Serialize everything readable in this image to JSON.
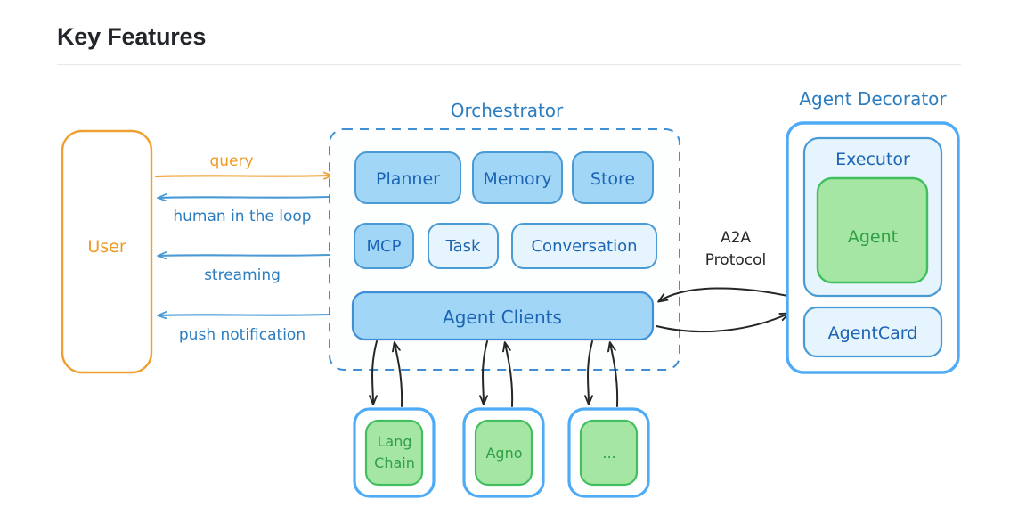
{
  "header": {
    "title": "Key Features"
  },
  "diagram": {
    "type": "architecture-flow",
    "colors": {
      "orange": "#f0a030",
      "orange_text": "#ef9a26",
      "blue_stroke": "#4a9ad4",
      "blue_strong": "#3f8fd8",
      "blue_text": "#1c64b4",
      "blue_fill_medium": "#a2d6f7",
      "blue_fill_light": "#e6f4fd",
      "green_fill": "#a5e6a5",
      "green_stroke": "#41bf5e",
      "green_text": "#2f9e44",
      "arrow_black": "#262626",
      "background": "#ffffff"
    },
    "user": {
      "label": "User"
    },
    "user_flows": [
      {
        "id": "query",
        "label": "query",
        "direction": "right",
        "color": "orange"
      },
      {
        "id": "human-in-the-loop",
        "label": "human in the loop",
        "direction": "left",
        "color": "blue"
      },
      {
        "id": "streaming",
        "label": "streaming",
        "direction": "left",
        "color": "blue"
      },
      {
        "id": "push-notification",
        "label": "push notification",
        "direction": "left",
        "color": "blue"
      }
    ],
    "orchestrator": {
      "title": "Orchestrator",
      "row1": [
        {
          "id": "planner",
          "label": "Planner",
          "fill": "medium"
        },
        {
          "id": "memory",
          "label": "Memory",
          "fill": "medium"
        },
        {
          "id": "store",
          "label": "Store",
          "fill": "medium"
        }
      ],
      "row2": [
        {
          "id": "mcp",
          "label": "MCP",
          "fill": "medium"
        },
        {
          "id": "task",
          "label": "Task",
          "fill": "light"
        },
        {
          "id": "conversation",
          "label": "Conversation",
          "fill": "light"
        }
      ],
      "agent_clients": {
        "id": "agent-clients",
        "label": "Agent Clients",
        "fill": "medium"
      }
    },
    "protocol": {
      "line1": "A2A",
      "line2": "Protocol"
    },
    "agent_decorator": {
      "title": "Agent Decorator",
      "executor": {
        "label": "Executor"
      },
      "agent": {
        "label": "Agent"
      },
      "agent_card": {
        "label": "AgentCard"
      }
    },
    "frameworks": [
      {
        "id": "langchain",
        "line1": "Lang",
        "line2": "Chain"
      },
      {
        "id": "agno",
        "line1": "Agno",
        "line2": ""
      },
      {
        "id": "other",
        "line1": "...",
        "line2": ""
      }
    ]
  }
}
